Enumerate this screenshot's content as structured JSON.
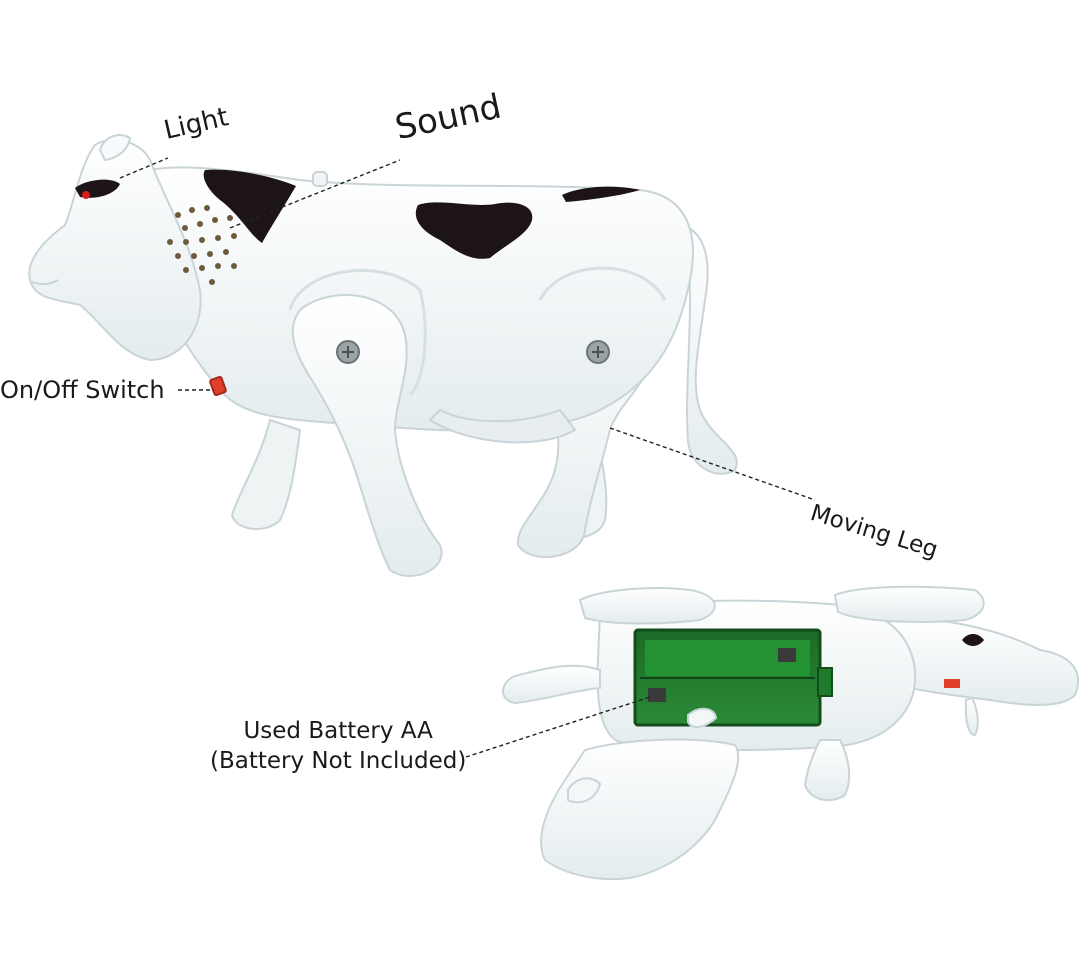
{
  "product": "walking cow toy",
  "colors": {
    "background": "#ffffff",
    "body": "#f4f7f8",
    "spots": "#1c1416",
    "battery_tray": "#1f7a2c",
    "switch": "#e0402a",
    "eye_light": "#d61b1b"
  },
  "callouts": {
    "light": "Light",
    "sound": "Sound",
    "switch": "On/Off Switch",
    "leg": "Moving Leg",
    "battery_line1": "Used Battery AA",
    "battery_line2": "(Battery Not Included)"
  }
}
